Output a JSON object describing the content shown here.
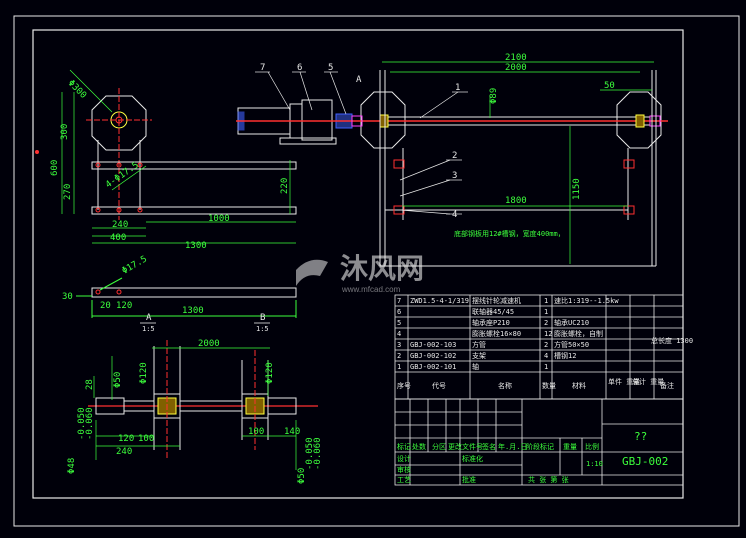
{
  "watermark": {
    "cn": "沐风网",
    "url": "www.mfcad.com"
  },
  "top_view": {
    "balloons": [
      "7",
      "6",
      "5",
      "1",
      "2",
      "3",
      "4"
    ],
    "section_mark": "A",
    "dims": {
      "overall": "2100",
      "span": "2000",
      "offset": "50",
      "wheel_dia": "Φ89",
      "height": "1150",
      "spacing": "1800"
    },
    "note": "底部钢板用12#槽钢，宽度400mm，"
  },
  "left_view": {
    "dims": {
      "dia": "Φ300",
      "d1": "300",
      "d2": "600",
      "d3": "270",
      "d4": "220",
      "hole": "4-Φ17.5",
      "w1": "240",
      "w2": "400",
      "w3": "1000",
      "w4": "1300"
    }
  },
  "section_a": {
    "dims": {
      "a": "30",
      "b": "20",
      "c": "120",
      "d": "1300",
      "hole": "Φ17.5"
    },
    "label": "A",
    "scale": "1:5"
  },
  "section_b": {
    "label": "B",
    "scale": "1:5"
  },
  "shaft_view": {
    "dims": {
      "overall": "2000",
      "d50": "Φ50",
      "d120": "Φ120",
      "d48": "Φ48",
      "d50b": "Φ50",
      "l28": "28",
      "l120": "120",
      "l100": "100",
      "l240": "240",
      "l100b": "100",
      "l140": "140",
      "tol1": "-0.050",
      "tol2": "-0.060"
    }
  },
  "parts_table": {
    "rows": [
      {
        "no": "7",
        "code": "ZWD1.5-4-1/319",
        "name": "摆线针轮减速机",
        "qty": "1",
        "material": "速比1:319--1.5kw",
        "unit_wt": "",
        "total_wt": "",
        "remark": ""
      },
      {
        "no": "6",
        "code": "",
        "name": "联轴器45/45",
        "qty": "1",
        "material": "",
        "unit_wt": "",
        "total_wt": "",
        "remark": ""
      },
      {
        "no": "5",
        "code": "",
        "name": "轴承座P210",
        "qty": "2",
        "material": "轴承UC210",
        "unit_wt": "",
        "total_wt": "",
        "remark": ""
      },
      {
        "no": "4",
        "code": "",
        "name": "膨胀螺栓16×80",
        "qty": "12",
        "material": "膨胀螺栓，自制",
        "unit_wt": "",
        "total_wt": "",
        "remark": ""
      },
      {
        "no": "3",
        "code": "GBJ-002-103",
        "name": "方管",
        "qty": "2",
        "material": "方管50×50",
        "unit_wt": "",
        "total_wt": "",
        "remark": ""
      },
      {
        "no": "2",
        "code": "GBJ-002-102",
        "name": "支架",
        "qty": "4",
        "material": "槽钢12",
        "unit_wt": "",
        "total_wt": "",
        "remark": ""
      },
      {
        "no": "1",
        "code": "GBJ-002-101",
        "name": "轴",
        "qty": "1",
        "material": "",
        "unit_wt": "",
        "total_wt": "",
        "remark": ""
      }
    ],
    "side_note": "总长度 1300",
    "header": {
      "no": "序号",
      "code": "代号",
      "name": "名称",
      "qty": "数量",
      "material": "材料",
      "unit_wt": "单件 重量",
      "total_wt": "总计 重量",
      "remark": "备注"
    }
  },
  "title_block": {
    "labels": {
      "mark": "标记",
      "count": "处数",
      "zone": "分区",
      "doc": "更改文件号",
      "sign": "签名",
      "date": "年.月.日",
      "design": "设计",
      "std": "标准化",
      "stage": "阶段标记",
      "weight": "重量",
      "scale_lbl": "比例",
      "review": "审核",
      "process": "工艺",
      "approve": "批准",
      "sheet": "共 张 第 张"
    },
    "title": "??",
    "drawing_no": "GBJ-002",
    "scale": "1:10"
  },
  "colors": {
    "background": "#00000a",
    "white": "#e8e8e8",
    "green": "#3cff3c",
    "red": "#ff3030",
    "yellow": "#ffff40",
    "blue": "#4060ff",
    "magenta": "#ff40ff"
  }
}
